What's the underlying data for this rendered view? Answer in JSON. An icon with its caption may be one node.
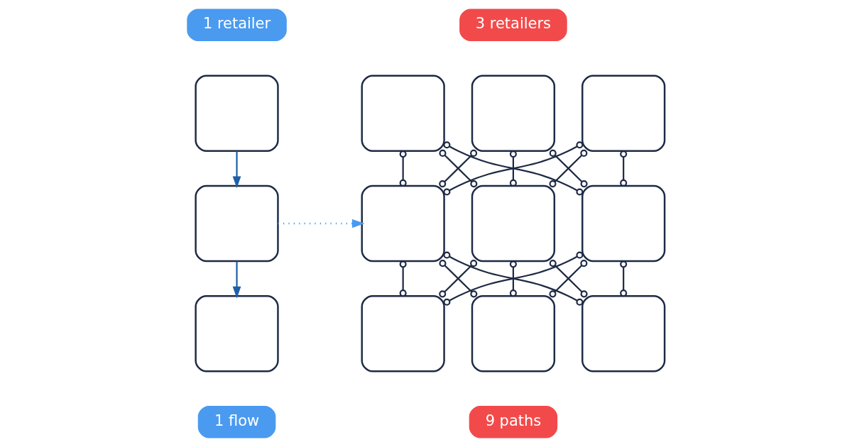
{
  "diagram": {
    "nodes": [
      {
        "text": [
          "1 retailer"
        ]
      },
      {
        "text": [],
        "shape": "box"
      },
      {
        "text": [],
        "shape": "box"
      },
      {
        "text": [],
        "shape": "box"
      },
      {
        "text": [
          "1 flow"
        ]
      },
      {
        "text": [
          "3 retailers"
        ]
      },
      {
        "text": [],
        "shape": "box"
      },
      {
        "text": [],
        "shape": "box"
      },
      {
        "text": [],
        "shape": "box"
      },
      {
        "text": [],
        "shape": "box"
      },
      {
        "text": [],
        "shape": "box"
      },
      {
        "text": [],
        "shape": "box"
      },
      {
        "text": [],
        "shape": "box"
      },
      {
        "text": [],
        "shape": "box"
      },
      {
        "text": [],
        "shape": "box"
      },
      {
        "text": [
          "9 paths"
        ]
      }
    ],
    "edges": [
      {
        "from": 1,
        "to": 2,
        "arrow": "to",
        "color": "#1f5fa8"
      },
      {
        "from": 2,
        "to": 3,
        "arrow": "to",
        "color": "#1f5fa8"
      },
      {
        "from": 2,
        "to": 9,
        "arrow": "to",
        "style": "dashed",
        "color": "#4a9af0"
      },
      {
        "from": 6,
        "to": 9,
        "arrow": "other"
      },
      {
        "from": 6,
        "to": 10,
        "arrow": "other"
      },
      {
        "from": 6,
        "to": 11,
        "arrow": "other"
      },
      {
        "from": 7,
        "to": 9,
        "arrow": "other"
      },
      {
        "from": 7,
        "to": 10,
        "arrow": "other"
      },
      {
        "from": 7,
        "to": 11,
        "arrow": "other"
      },
      {
        "from": 8,
        "to": 9,
        "arrow": "other"
      },
      {
        "from": 8,
        "to": 10,
        "arrow": "other"
      },
      {
        "from": 8,
        "to": 11,
        "arrow": "other"
      },
      {
        "from": 9,
        "to": 12,
        "arrow": "other"
      },
      {
        "from": 9,
        "to": 13,
        "arrow": "other"
      },
      {
        "from": 9,
        "to": 14,
        "arrow": "other"
      },
      {
        "from": 10,
        "to": 12,
        "arrow": "other"
      },
      {
        "from": 10,
        "to": 13,
        "arrow": "other"
      },
      {
        "from": 10,
        "to": 14,
        "arrow": "other"
      },
      {
        "from": 11,
        "to": 12,
        "arrow": "other"
      },
      {
        "from": 11,
        "to": 13,
        "arrow": "other"
      },
      {
        "from": 11,
        "to": 14,
        "arrow": "other"
      }
    ]
  }
}
